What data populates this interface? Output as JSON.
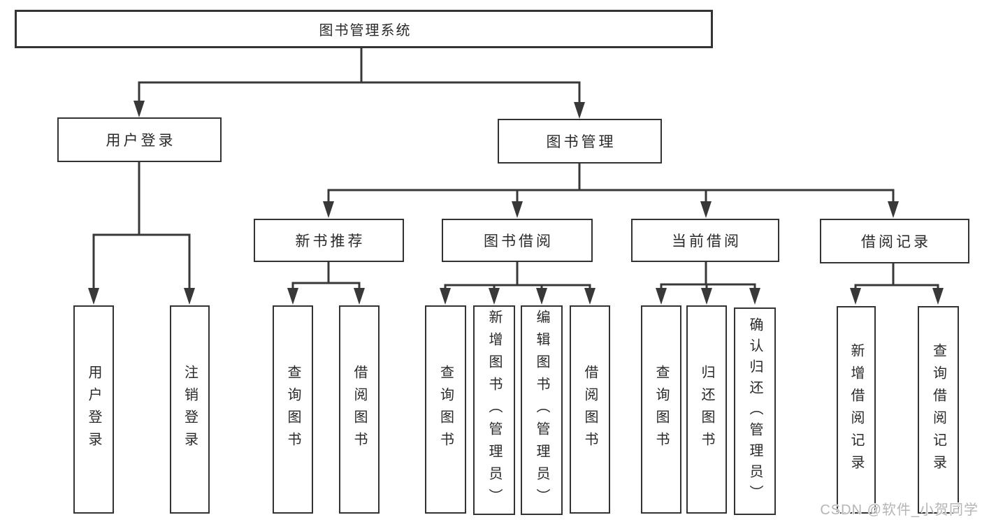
{
  "root": {
    "label": "图书管理系统"
  },
  "level2": [
    {
      "id": "user-login",
      "label": "用户登录"
    },
    {
      "id": "book-management",
      "label": "图书管理"
    }
  ],
  "level3": [
    {
      "id": "new-book-recommendation",
      "label": "新书推荐",
      "parent": "图书管理"
    },
    {
      "id": "book-borrowing",
      "label": "图书借阅",
      "parent": "图书管理"
    },
    {
      "id": "current-borrowing",
      "label": "当前借阅",
      "parent": "图书管理"
    },
    {
      "id": "borrowing-records",
      "label": "借阅记录",
      "parent": "图书管理"
    }
  ],
  "leaves": [
    {
      "id": "user-login",
      "label": "用户登录",
      "parent": "用户登录"
    },
    {
      "id": "logout",
      "label": "注销登录",
      "parent": "用户登录"
    },
    {
      "id": "query-books-recommend",
      "label": "查询图书",
      "parent": "新书推荐"
    },
    {
      "id": "borrow-books-recommend",
      "label": "借阅图书",
      "parent": "新书推荐"
    },
    {
      "id": "query-books-borrow",
      "label": "查询图书",
      "parent": "图书借阅"
    },
    {
      "id": "add-books-admin",
      "label": "新增图书（管理员）",
      "parent": "图书借阅"
    },
    {
      "id": "edit-books-admin",
      "label": "编辑图书（管理员）",
      "parent": "图书借阅"
    },
    {
      "id": "borrow-books-borrow",
      "label": "借阅图书",
      "parent": "图书借阅"
    },
    {
      "id": "query-books-current",
      "label": "查询图书",
      "parent": "当前借阅"
    },
    {
      "id": "return-books",
      "label": "归还图书",
      "parent": "当前借阅"
    },
    {
      "id": "confirm-return-admin",
      "label": "确认归还（管理员）",
      "parent": "当前借阅"
    },
    {
      "id": "add-borrow-record",
      "label": "新增借阅记录",
      "parent": "借阅记录"
    },
    {
      "id": "query-borrow-record",
      "label": "查询借阅记录",
      "parent": "借阅记录"
    }
  ],
  "watermark": {
    "text": "CSDN @软件_小贺同学"
  },
  "colors": {
    "line": "#383838",
    "border": "#333333",
    "text": "#2a2a2a",
    "watermark": "#b5b5b5",
    "background": "#ffffff"
  }
}
